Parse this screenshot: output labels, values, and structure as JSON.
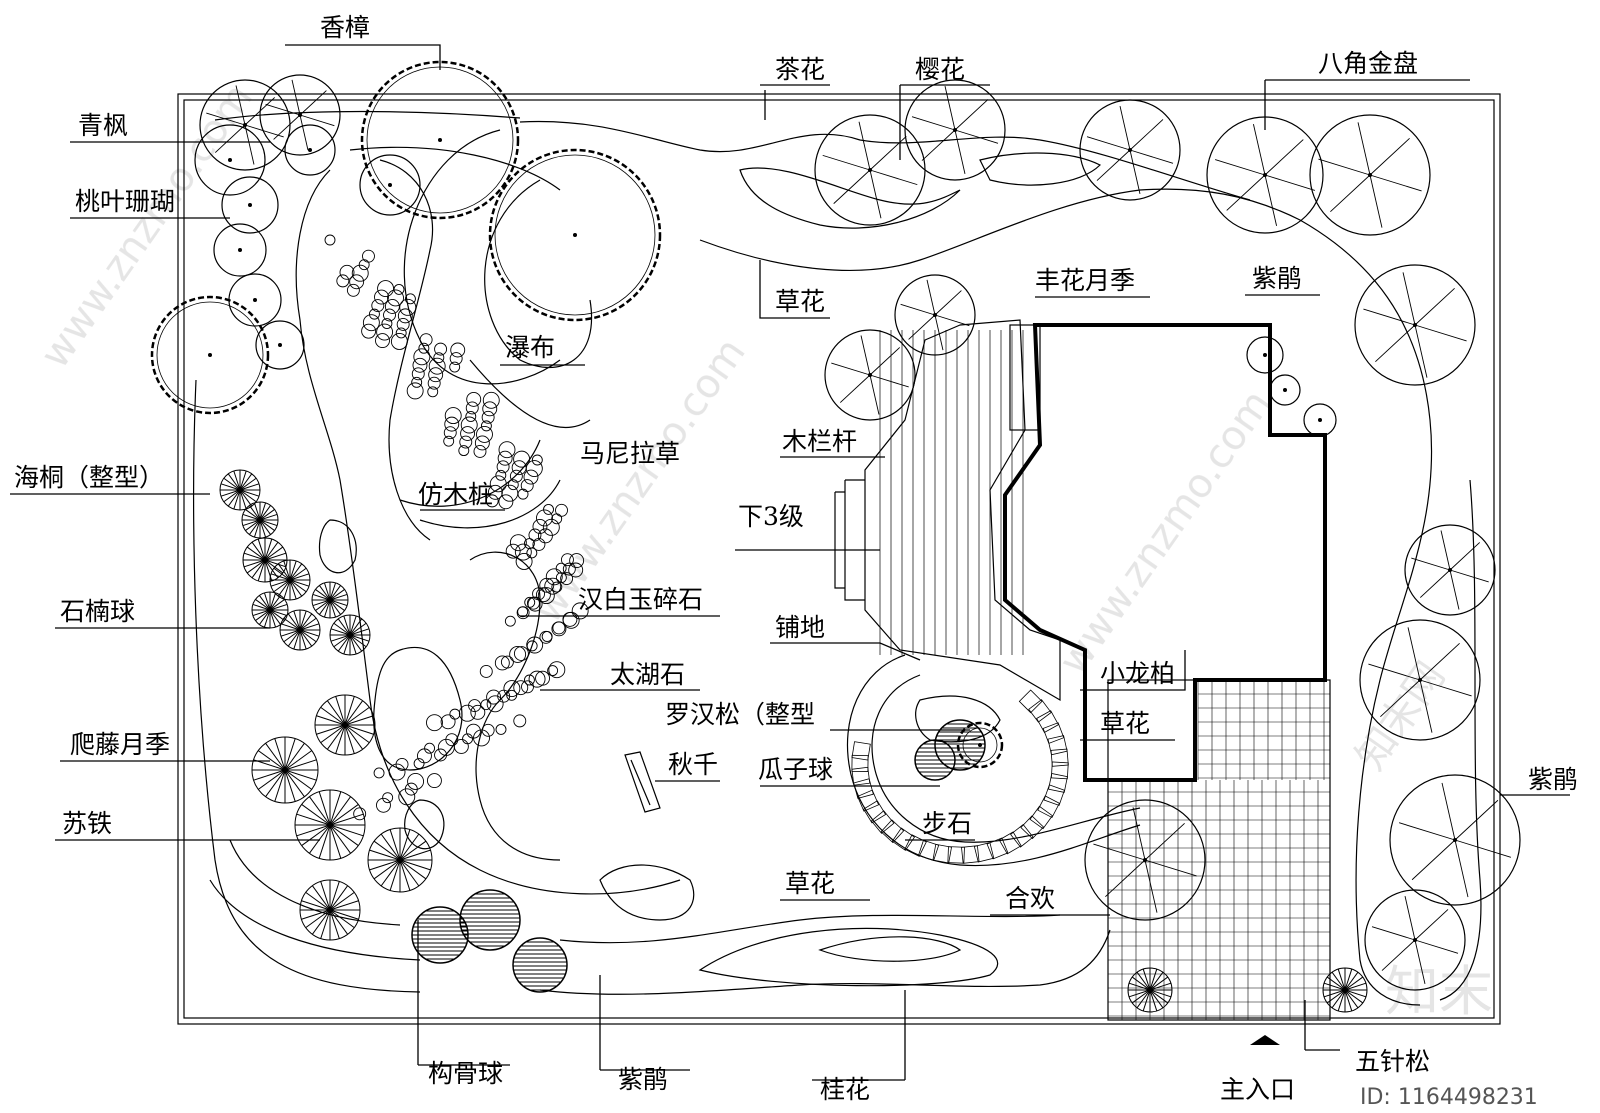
{
  "labels": {
    "xiangzhang": "香樟",
    "qingfeng": "青枫",
    "taoye": "桃叶珊瑚",
    "haitong": "海桐（整型）",
    "shinan": "石楠球",
    "pateng": "爬藤月季",
    "sutie": "苏铁",
    "gougu": "构骨球",
    "zijuan_bottom": "紫鹃",
    "guihua": "桂花",
    "zhuruko": "主入口",
    "wuzhensong": "五针松",
    "chahua": "茶花",
    "yinghua": "樱花",
    "bajiao": "八角金盘",
    "zijuan_top": "紫鹃",
    "zijuan_right": "紫鹃",
    "caohua_top": "草花",
    "fenghua": "丰花月季",
    "pubu": "瀑布",
    "manila": "马尼拉草",
    "mulangan": "木栏杆",
    "fangmuzhuang": "仿木桩",
    "xia3ji": "下3级",
    "hanbaiyu": "汉白玉碎石",
    "pudi": "铺地",
    "taihushi": "太湖石",
    "xiaolongbai": "小龙柏",
    "luohansong": "罗汉松（整型",
    "caohua_mid": "草花",
    "qiuqian": "秋千",
    "guaziqiu": "瓜子球",
    "bushi": "步石",
    "caohua_bottom": "草花",
    "hehuan": "合欢"
  },
  "watermark": {
    "site": "www.znzmo.com",
    "brand": "知末网",
    "logo": "知末",
    "id": "ID: 1164498231"
  },
  "icons": {
    "entrance": "entrance-arrow-icon"
  }
}
